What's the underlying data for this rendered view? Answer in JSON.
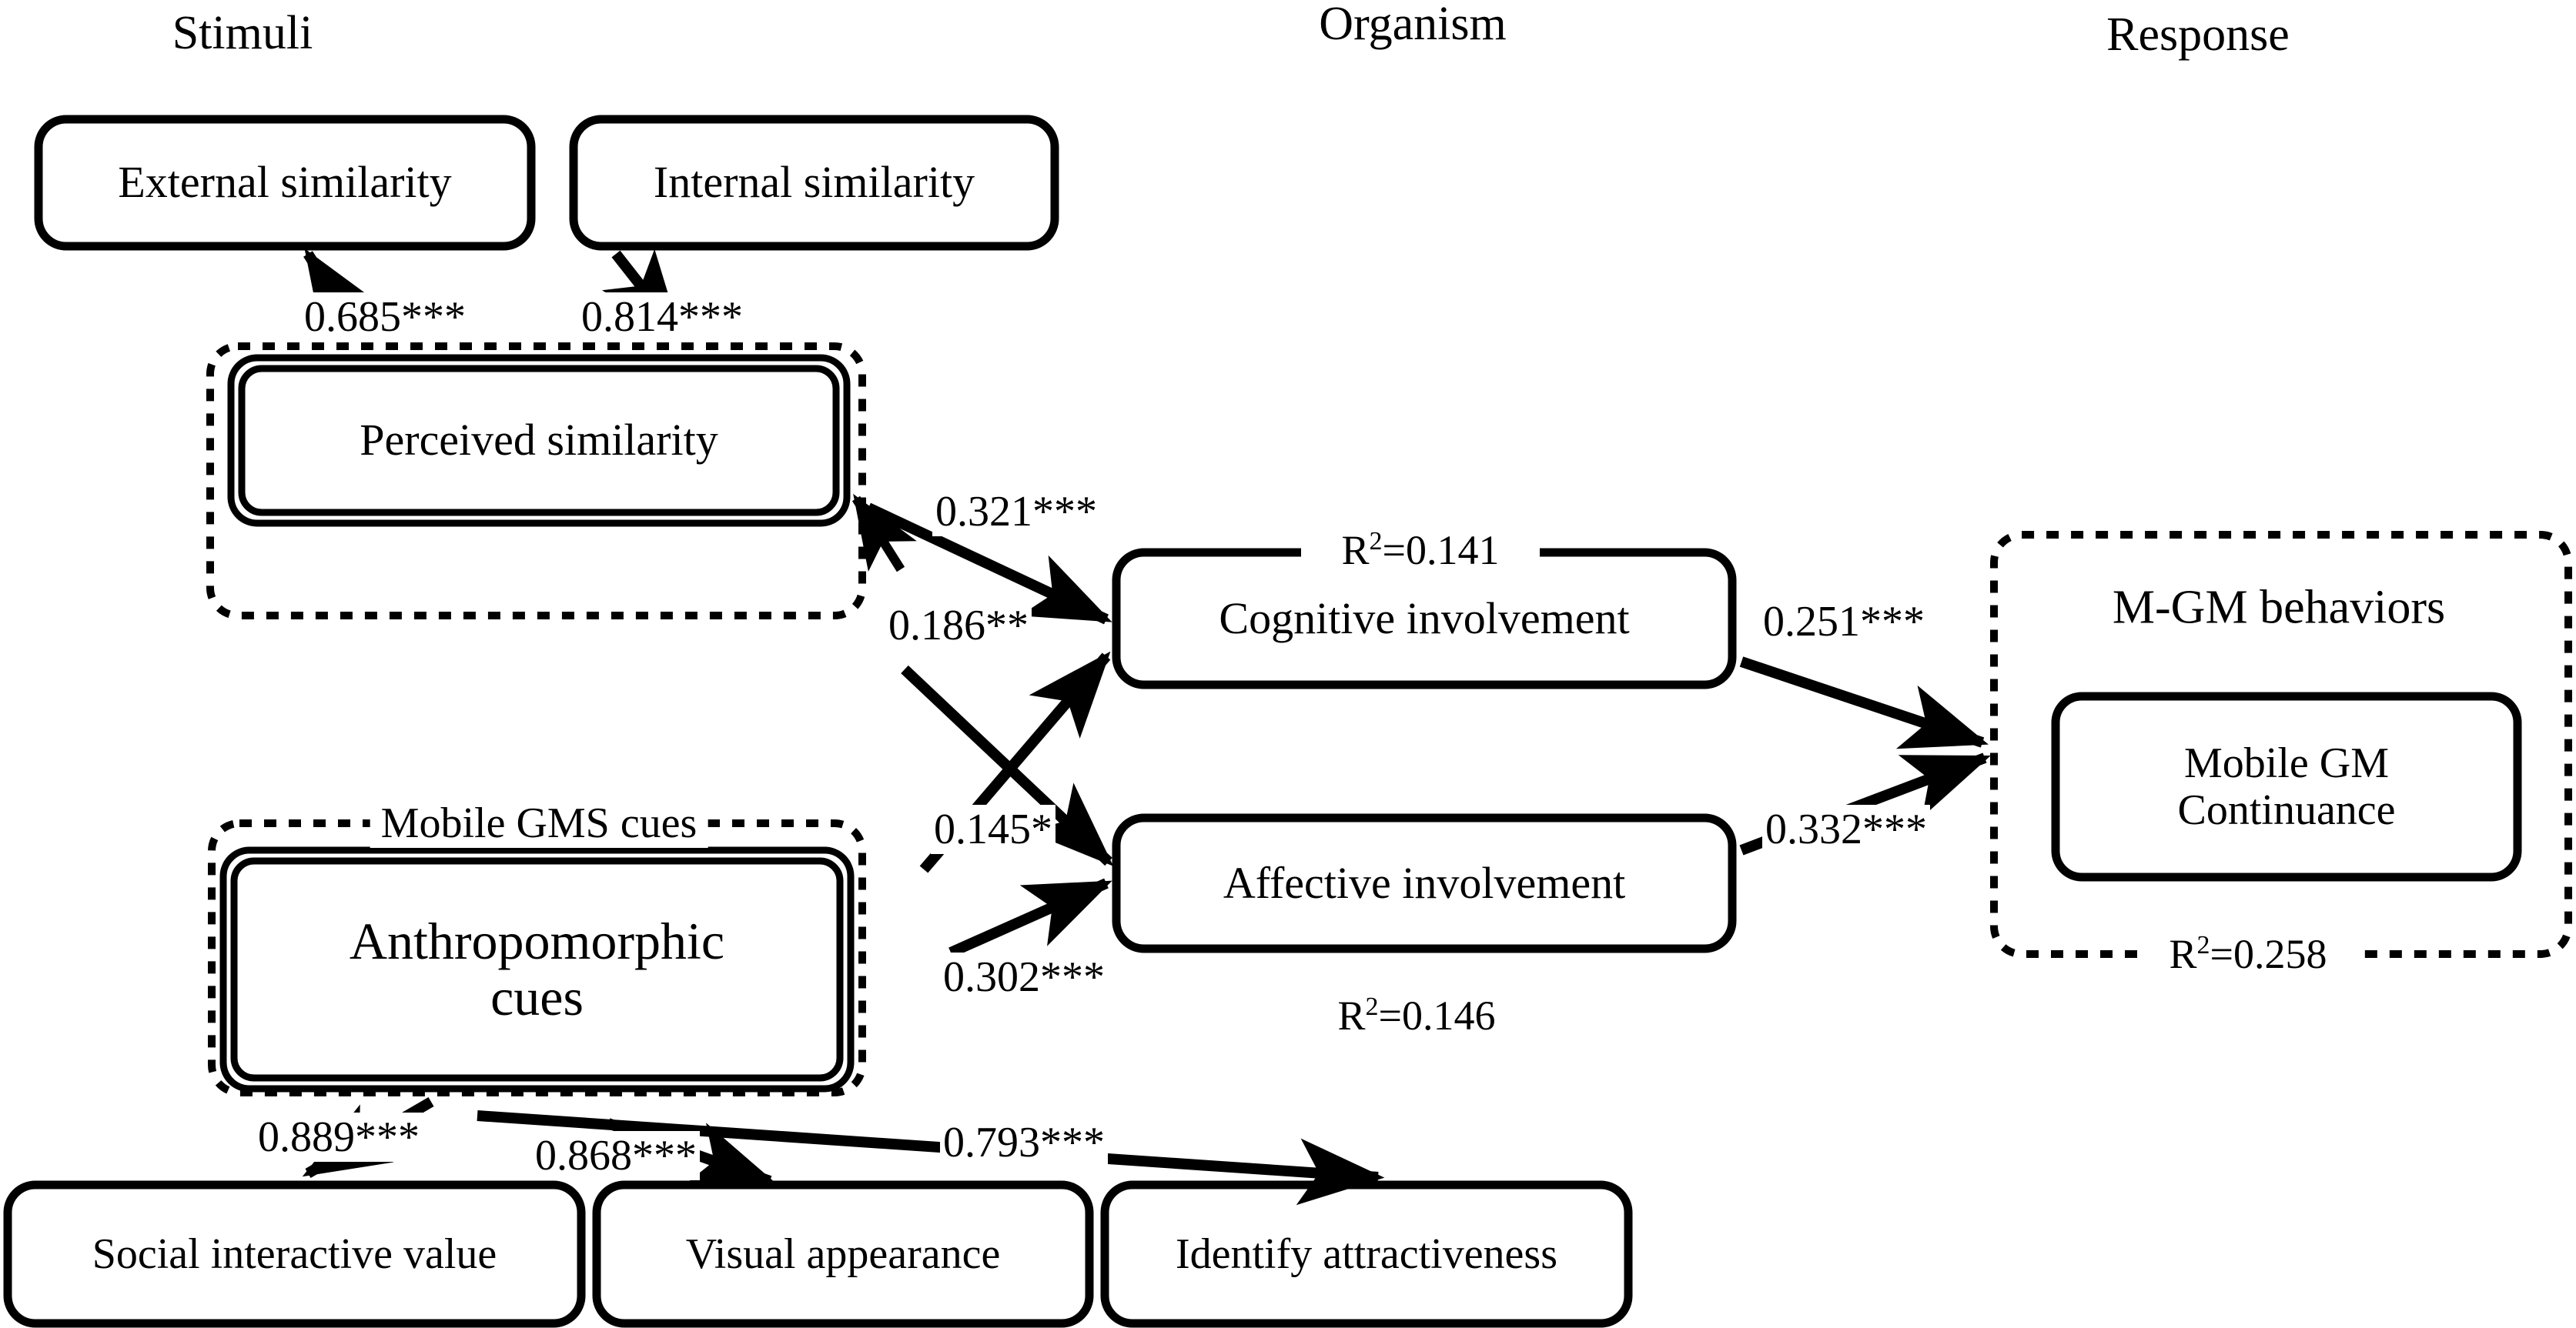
{
  "diagram": {
    "title_columns": [
      {
        "id": "stimuli",
        "label": "Stimuli"
      },
      {
        "id": "organism",
        "label": "Organism"
      },
      {
        "id": "response",
        "label": "Response"
      }
    ],
    "constructs": [
      {
        "id": "external-similarity",
        "label": "External similarity"
      },
      {
        "id": "internal-similarity",
        "label": "Internal similarity"
      },
      {
        "id": "perceived-similarity",
        "label": "Perceived similarity"
      },
      {
        "id": "anthropomorphic-cues",
        "label": "Anthropomorphic\ncues"
      },
      {
        "id": "cognitive-involvement",
        "label": "Cognitive involvement"
      },
      {
        "id": "affective-involvement",
        "label": "Affective involvement"
      },
      {
        "id": "mobile-gm-continuance",
        "label": "Mobile GM\nContinuance"
      },
      {
        "id": "social-interactive-value",
        "label": "Social interactive value"
      },
      {
        "id": "visual-appearance",
        "label": "Visual appearance"
      },
      {
        "id": "identify-attractiveness",
        "label": "Identify attractiveness"
      }
    ],
    "group_labels": [
      {
        "id": "mobile-gms-cues",
        "label": "Mobile GMS cues"
      },
      {
        "id": "m-gm-behaviors",
        "label": "M-GM behaviors"
      }
    ],
    "path_coefficients": [
      {
        "id": "external-to-perceived",
        "label": "0.685***"
      },
      {
        "id": "internal-to-perceived",
        "label": "0.814***"
      },
      {
        "id": "perceived-to-cognitive",
        "label": "0.321***"
      },
      {
        "id": "perceived-to-affective",
        "label": "0.186**"
      },
      {
        "id": "anthropomorphic-to-cognitive",
        "label": "0.145*"
      },
      {
        "id": "anthropomorphic-to-affective",
        "label": "0.302***"
      },
      {
        "id": "cognitive-to-mgm",
        "label": "0.251***"
      },
      {
        "id": "affective-to-mgm",
        "label": "0.332***"
      },
      {
        "id": "anthropomorphic-to-social",
        "label": "0.889***"
      },
      {
        "id": "anthropomorphic-to-visual",
        "label": "0.868***"
      },
      {
        "id": "anthropomorphic-to-identify",
        "label": "0.793***"
      }
    ],
    "r_squared": [
      {
        "id": "r2-cognitive",
        "prefix": "R",
        "exponent": "2",
        "suffix": "=0.141"
      },
      {
        "id": "r2-affective",
        "prefix": "R",
        "exponent": "2",
        "suffix": "=0.146"
      },
      {
        "id": "r2-mgm",
        "prefix": "R",
        "exponent": "2",
        "suffix": "=0.258"
      }
    ],
    "colors": {
      "stroke": "#000000",
      "background": "#ffffff"
    }
  }
}
